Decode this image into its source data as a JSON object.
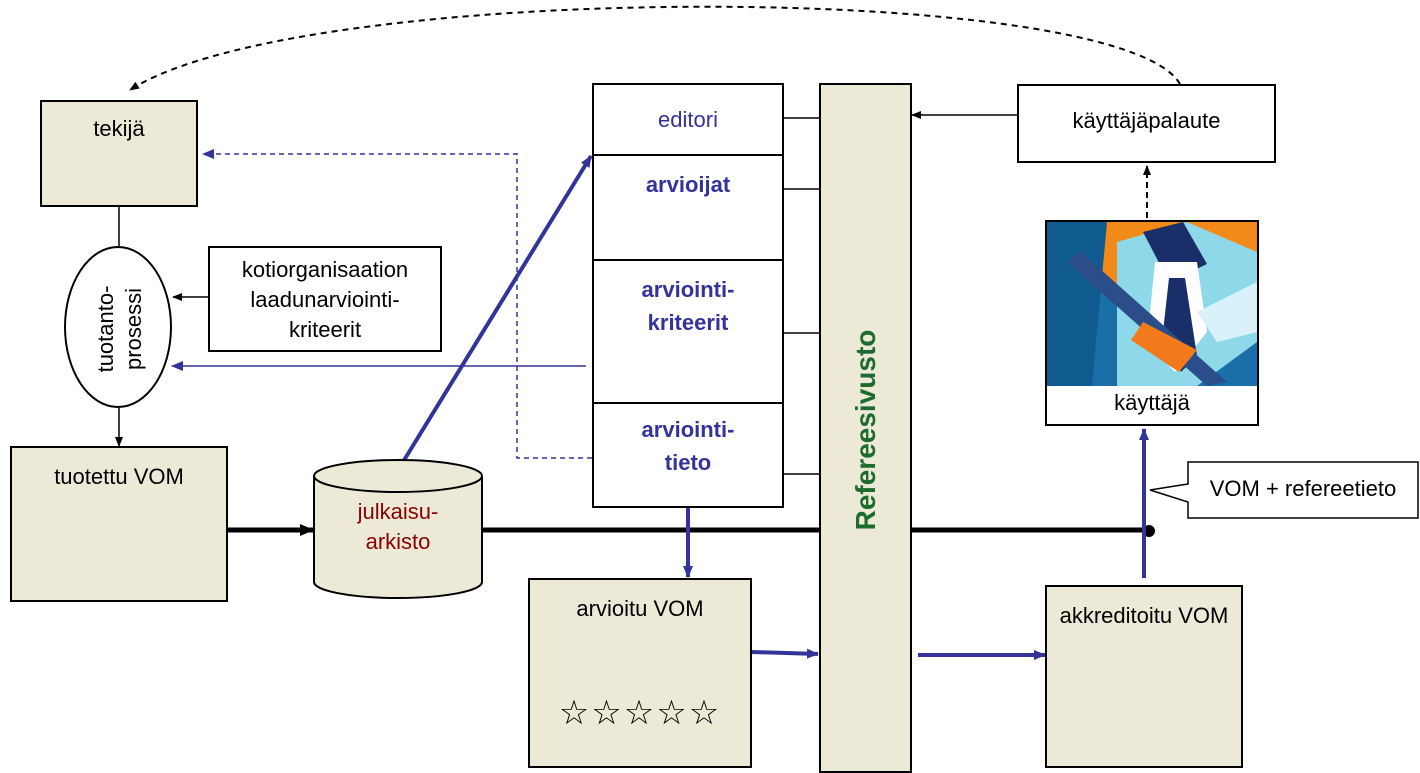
{
  "nodes": {
    "tekija": "tekijä",
    "process": [
      "tuotanto-",
      "prosessi"
    ],
    "criteria_home": [
      "kotiorganisaation",
      "laadunarviointi-",
      "kriteerit"
    ],
    "produced": "tuotettu VOM",
    "archive": [
      "julkaisu-",
      "arkisto"
    ],
    "editor": "editori",
    "reviewers": "arvioijat",
    "eval_criteria": [
      "arviointi-",
      "kriteerit"
    ],
    "eval_info": [
      "arviointi-",
      "tieto"
    ],
    "reviewed": "arvioitu VOM",
    "stars": "☆☆☆☆☆",
    "referee_site": "Refereesivusto",
    "feedback": "käyttäjäpalaute",
    "user": "käyttäjä",
    "accredited": "akkreditoitu VOM",
    "callout": "VOM + refereetieto"
  },
  "colors": {
    "arrow_blue": "#333399",
    "fill_tan": "#ece9d6",
    "referee_text": "#1e6b2e",
    "archive_text": "#8b0000",
    "star_fill": "#ffff00"
  }
}
